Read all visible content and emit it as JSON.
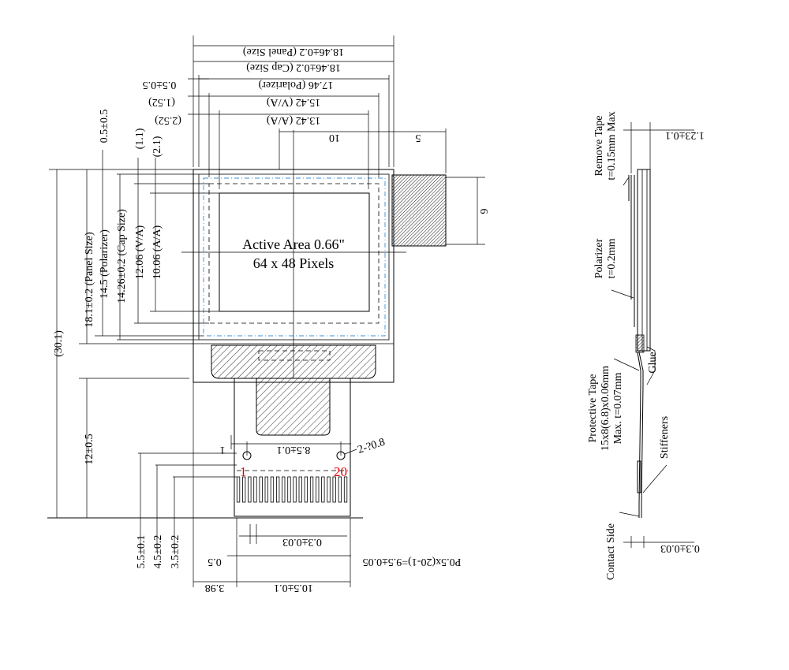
{
  "front_view": {
    "active_area_line1": "Active Area 0.66\"",
    "active_area_line2": "64 x 48 Pixels",
    "pin_first": "1",
    "pin_last": "20",
    "holes_label": "2-?0.8"
  },
  "dimensions_top": {
    "panel_size": "18.46±0.2 (Panel Size)",
    "cap_size": "18.46±0.2 (Cap Size)",
    "polarizer": "17.46 (Polarizer)",
    "offset": "0.5±0.5",
    "va": "15.42 (V/A)",
    "va_offset": "(1.52)",
    "aa": "13.42 (A/A)",
    "aa_offset": "(2.52)",
    "ten": "10",
    "five": "5",
    "six": "6"
  },
  "dimensions_left": {
    "total_height": "(30.1)",
    "panel_size": "18.1±0.2 (Panel Size)",
    "polarizer": "14.5 (Polarizer)",
    "cap_size": "14.26±0.2 (Cap Size)",
    "va": "12.06 (V/A)",
    "aa": "10.06 (A/A)",
    "top_offset": "0.5±0.5",
    "va_offset": "(1.1)",
    "aa_offset": "(2.1)",
    "fpc_length": "12±0.5"
  },
  "dimensions_bottom": {
    "pin_span": "8.5±0.1",
    "pin_one": "1",
    "d55": "5.5±0.1",
    "d45": "4.5±0.2",
    "d35": "3.5±0.2",
    "pin_width": "0.3±0.03",
    "pitch": "P0.5x(20-1)=9.5±0.05",
    "half": "0.5",
    "fpc_width": "10.5±0.1",
    "side": "3.98"
  },
  "side_view": {
    "thickness": "1.23±0.1",
    "remove_tape_1": "Remove Tape",
    "remove_tape_2": "t=0.15mm Max",
    "polarizer_1": "Polarizer",
    "polarizer_2": "t=0.2mm",
    "glue": "Glue",
    "protective_1": "Protective Tape",
    "protective_2": "15x8(6.8)x0.06mm",
    "protective_3": "Max. t=0.07mm",
    "stiffeners": "Stiffeners",
    "contact_side": "Contact Side",
    "fpc_thickness": "0.3±0.03"
  }
}
